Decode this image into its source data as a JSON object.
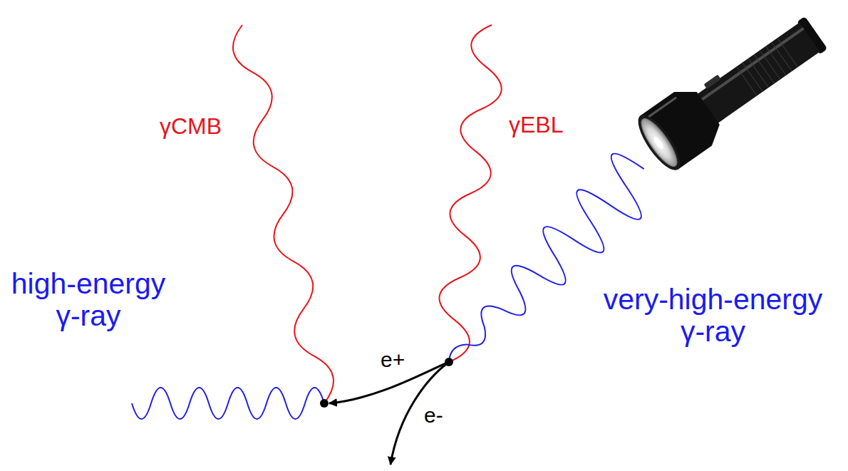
{
  "diagram": {
    "labels": [
      "γCMB",
      "γEBL",
      "very-high-energy γ-ray",
      "e+",
      "e-",
      "high-energy γ-ray"
    ]
  }
}
